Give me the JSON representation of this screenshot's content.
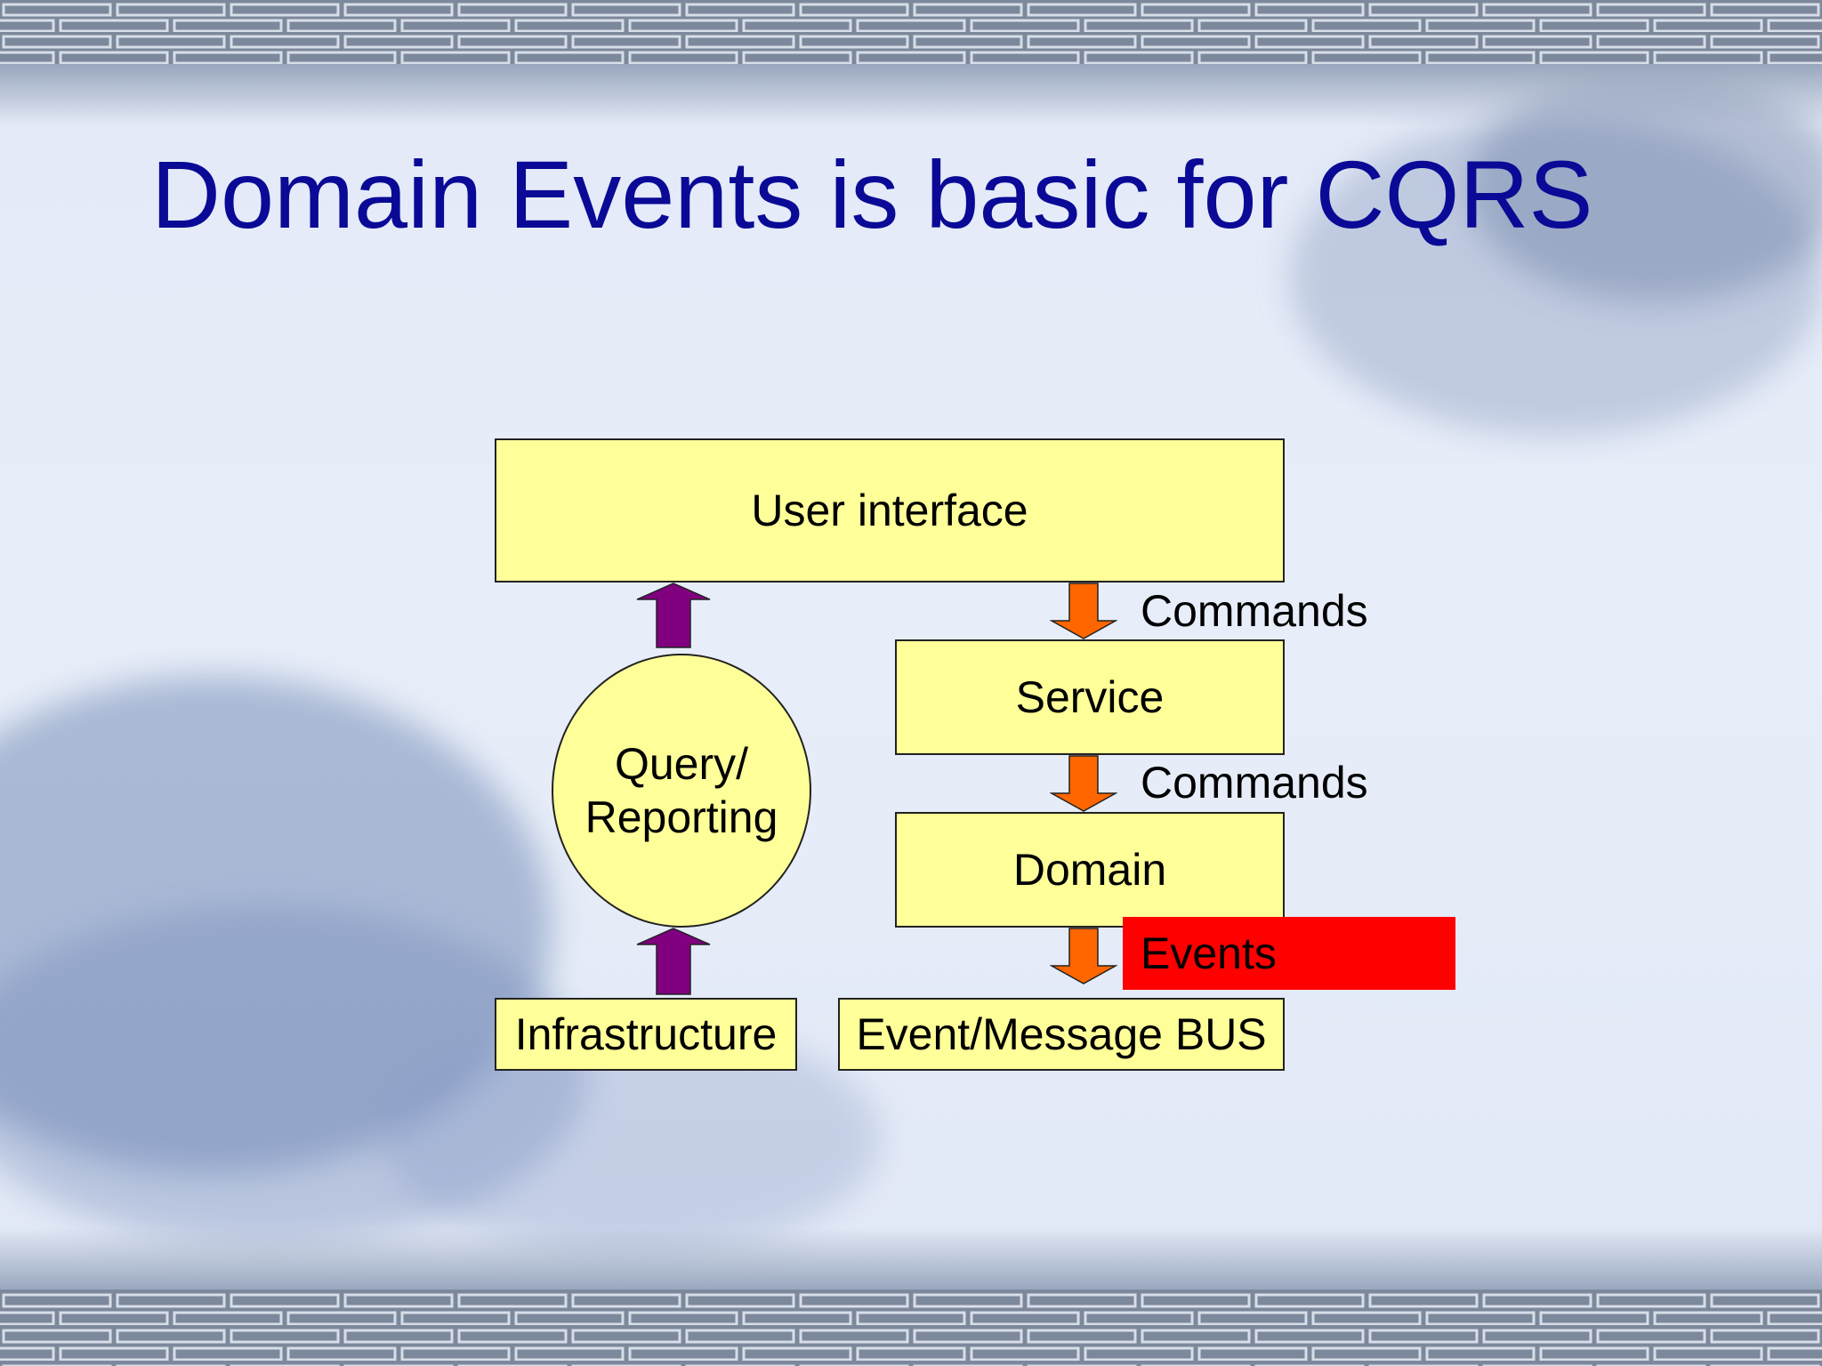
{
  "slide": {
    "title": "Domain Events is basic for CQRS"
  },
  "diagram": {
    "nodes": {
      "user_interface": "User interface",
      "service": "Service",
      "domain": "Domain",
      "query_line1": "Query/",
      "query_line2": "Reporting",
      "infrastructure": "Infrastructure",
      "event_bus": "Event/Message BUS"
    },
    "edge_labels": {
      "commands_ui_to_service": "Commands",
      "commands_service_to_domain": "Commands",
      "events_domain_to_bus": "Events"
    },
    "colors": {
      "node_fill": "#ffff99",
      "command_arrow": "#ff6600",
      "query_arrow": "#800080",
      "events_highlight": "#ff0000",
      "title": "#0a0a96"
    }
  }
}
